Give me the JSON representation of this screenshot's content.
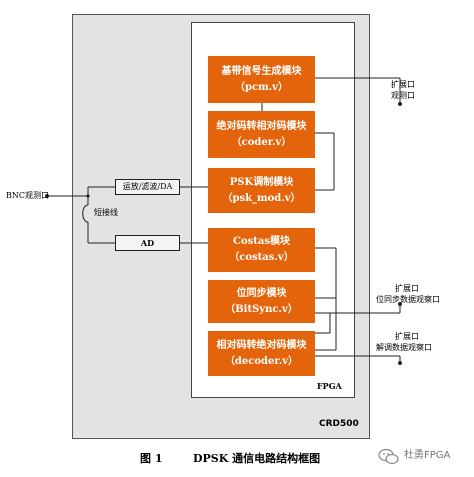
{
  "modules": [
    {
      "name": "基带信号生成模块",
      "sub": "（pcm.v）"
    },
    {
      "name": "绝对码转相对码模块",
      "sub": "（coder.v）"
    },
    {
      "name": "PSK调制模块",
      "sub": "（psk_mod.v）"
    },
    {
      "name": "Costas模块",
      "sub": "（costas.v）"
    },
    {
      "name": "位同步模块",
      "sub": "（BitSync.v）"
    },
    {
      "name": "相对码转绝对码模块",
      "sub": "（decoder.v）"
    }
  ],
  "side_boxes": {
    "da": "运放/滤波/DA",
    "ad": "AD"
  },
  "labels": {
    "bnc": "BNC观测口",
    "jumper": "短接线",
    "fpga": "FPGA",
    "board": "CRD500",
    "exp1_line1": "扩展口",
    "exp1_line2": "观测口",
    "exp2_line1": "扩展口",
    "exp2_line2": "位同步数据观察口",
    "exp3_line1": "扩展口",
    "exp3_line2": "解调数据观察口"
  },
  "caption": {
    "fig_no": "图 1",
    "title": "DPSK 通信电路结构框图"
  },
  "watermark": "杜勇FPGA"
}
